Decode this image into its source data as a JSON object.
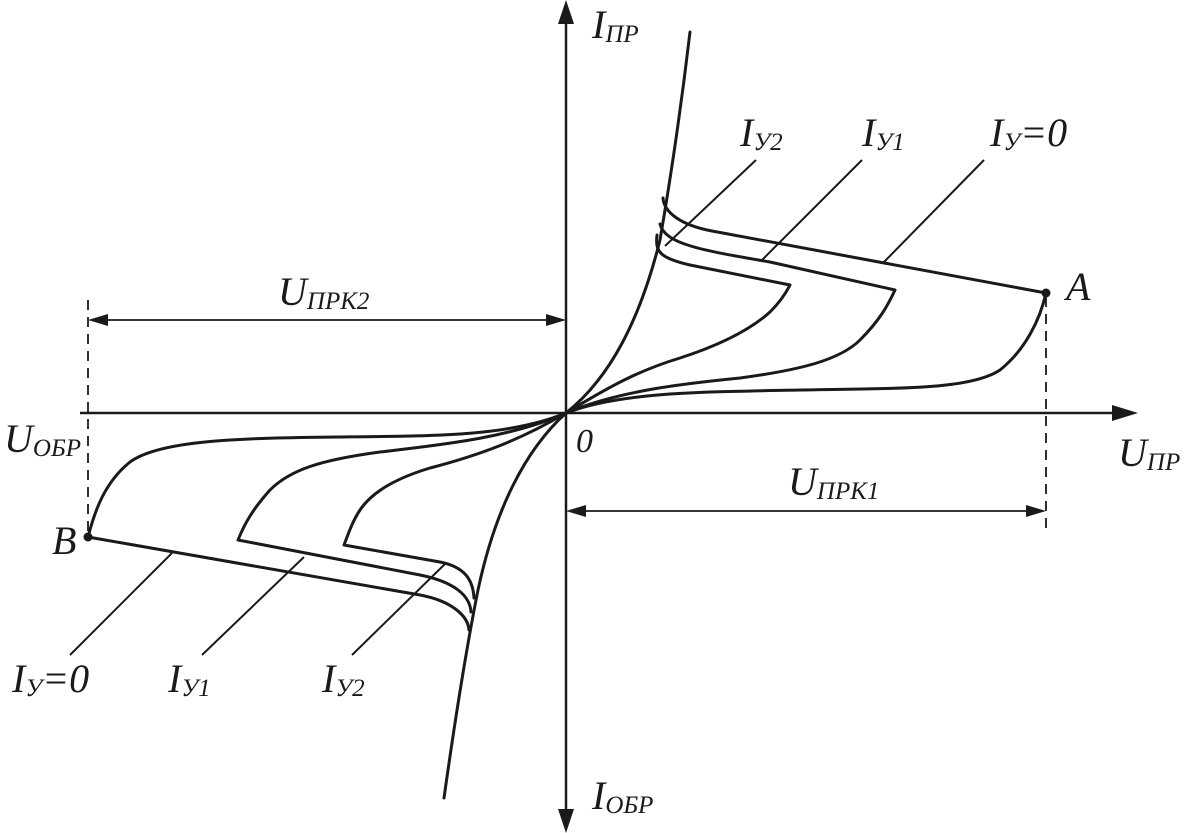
{
  "labels": {
    "i_pr_main": "I",
    "i_pr_sub": "ПР",
    "i_obr_main": "I",
    "i_obr_sub": "ОБР",
    "u_pr_main": "U",
    "u_pr_sub": "ПР",
    "u_obr_main": "U",
    "u_obr_sub": "ОБР",
    "origin": "0",
    "u_prk1_main": "U",
    "u_prk1_sub": "ПРК1",
    "u_prk2_main": "U",
    "u_prk2_sub": "ПРК2",
    "point_a": "A",
    "point_b": "B",
    "iy2_top_main": "I",
    "iy2_top_sub": "У2",
    "iy1_top_main": "I",
    "iy1_top_sub": "У1",
    "iy0_top_main": "I",
    "iy0_top_sub": "У",
    "iy0_top_eq": "=0",
    "iy0_bot_main": "I",
    "iy0_bot_sub": "У",
    "iy0_bot_eq": "=0",
    "iy1_bot_main": "I",
    "iy1_bot_sub": "У1",
    "iy2_bot_main": "I",
    "iy2_bot_sub": "У2"
  }
}
